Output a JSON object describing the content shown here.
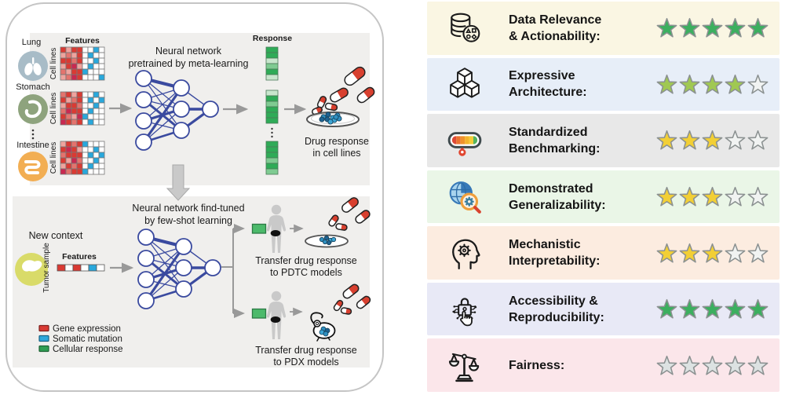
{
  "figure": {
    "cell_colors": {
      "r": "#da3a33",
      "p": "#efa39e",
      "q": "#e4736d",
      "c": "#c92950",
      "w": "#ffffff",
      "b": "#29a8dc",
      "g": "#2fab57",
      "m": "#7fcb92",
      "l": "#c8e6cd"
    },
    "top_panel": {
      "features_label": "Features",
      "cell_lines_label": "Cell lines",
      "organs": [
        {
          "name": "Lung",
          "color": "#a8bcc7"
        },
        {
          "name": "Stomach",
          "color": "#8ea37d"
        },
        {
          "name": "Intestine",
          "color": "#f2ae53"
        }
      ],
      "nn_caption_line1": "Neural network",
      "nn_caption_line2": "pretrained by meta-learning",
      "response_label": "Response",
      "drug_caption_line1": "Drug response",
      "drug_caption_line2": "in cell lines",
      "grids": [
        [
          [
            "r",
            "p",
            "r",
            "r",
            "w",
            "w",
            "b",
            "w"
          ],
          [
            "p",
            "q",
            "p",
            "r",
            "w",
            "b",
            "w",
            "w"
          ],
          [
            "r",
            "r",
            "q",
            "r",
            "w",
            "w",
            "b",
            "w"
          ],
          [
            "p",
            "r",
            "c",
            "p",
            "w",
            "b",
            "w",
            "w"
          ],
          [
            "q",
            "p",
            "r",
            "r",
            "b",
            "w",
            "w",
            "w"
          ],
          [
            "p",
            "q",
            "c",
            "r",
            "w",
            "w",
            "w",
            "b"
          ]
        ],
        [
          [
            "q",
            "r",
            "p",
            "r",
            "w",
            "w",
            "b",
            "w"
          ],
          [
            "r",
            "p",
            "q",
            "r",
            "w",
            "b",
            "w",
            "b"
          ],
          [
            "p",
            "r",
            "r",
            "q",
            "w",
            "w",
            "b",
            "w"
          ],
          [
            "q",
            "c",
            "r",
            "r",
            "w",
            "b",
            "w",
            "w"
          ],
          [
            "r",
            "q",
            "p",
            "c",
            "b",
            "w",
            "w",
            "w"
          ],
          [
            "c",
            "r",
            "q",
            "r",
            "w",
            "b",
            "w",
            "w"
          ]
        ],
        [
          [
            "p",
            "r",
            "q",
            "r",
            "b",
            "w",
            "w",
            "w"
          ],
          [
            "r",
            "c",
            "r",
            "p",
            "w",
            "w",
            "b",
            "w"
          ],
          [
            "q",
            "r",
            "r",
            "r",
            "w",
            "b",
            "w",
            "b"
          ],
          [
            "r",
            "p",
            "c",
            "q",
            "w",
            "w",
            "b",
            "w"
          ],
          [
            "p",
            "r",
            "q",
            "r",
            "w",
            "b",
            "w",
            "w"
          ],
          [
            "c",
            "q",
            "r",
            "r",
            "b",
            "w",
            "w",
            "w"
          ]
        ]
      ],
      "response_strips": [
        [
          "g",
          "g",
          "l",
          "m",
          "g",
          "l"
        ],
        [
          "l",
          "g",
          "m",
          "g",
          "g",
          "g"
        ],
        [
          "g",
          "g",
          "g",
          "m",
          "g",
          "m"
        ]
      ]
    },
    "bottom_panel": {
      "nn_caption_line1": "Neural network find-tuned",
      "nn_caption_line2": "by few-shot learning",
      "new_context_label": "New context",
      "tumor_sample_label": "Tumor sample",
      "features_label": "Features",
      "feature_row": [
        "r",
        "w",
        "r",
        "w",
        "b",
        "w"
      ],
      "pdtc_line1": "Transfer drug response",
      "pdtc_line2": "to PDTC models",
      "pdx_line1": "Transfer drug response",
      "pdx_line2": "to PDX models",
      "legend": [
        {
          "label": "Gene expression",
          "color": "#d93a33",
          "border": "#7d201d"
        },
        {
          "label": "Somatic mutation",
          "color": "#2fa8dc",
          "border": "#1a6486"
        },
        {
          "label": "Cellular response",
          "color": "#2f9e53",
          "border": "#1d6334"
        }
      ]
    }
  },
  "ratings": {
    "max_stars": 5,
    "star_stroke": "#8b9191",
    "empty_star_fill": "#f1f3f2",
    "rows": [
      {
        "label": [
          "Data Relevance",
          "& Actionability:"
        ],
        "icon": "database-icon",
        "bg": "#faf6e3",
        "stars": 5,
        "star_color": "#3caf5f"
      },
      {
        "label": [
          "Expressive",
          "Architecture:"
        ],
        "icon": "cubes-icon",
        "bg": "#e7eef8",
        "stars": 4,
        "star_color": "#a0c852"
      },
      {
        "label": [
          "Standardized",
          "Benchmarking:"
        ],
        "icon": "gauge-icon",
        "bg": "#e8e8e8",
        "stars": 3,
        "star_color": "#f2cf35"
      },
      {
        "label": [
          "Demonstrated",
          "Generalizability:"
        ],
        "icon": "globe-search-icon",
        "bg": "#eaf6e7",
        "stars": 3,
        "star_color": "#f2cf35"
      },
      {
        "label": [
          "Mechanistic",
          "Interpretability:"
        ],
        "icon": "head-gear-icon",
        "bg": "#fcece0",
        "stars": 3,
        "star_color": "#f2cf35"
      },
      {
        "label": [
          "Accessibility &",
          "Reproducibility:"
        ],
        "icon": "lock-circuit-hand-icon",
        "bg": "#e8e9f6",
        "stars": 5,
        "star_color": "#3caf5f"
      },
      {
        "label": [
          "Fairness:"
        ],
        "icon": "balance-scale-icon",
        "bg": "#fbe6ea",
        "stars": 0,
        "star_color": "#f2cf35",
        "empty_fill": "#dce2e2"
      }
    ]
  }
}
